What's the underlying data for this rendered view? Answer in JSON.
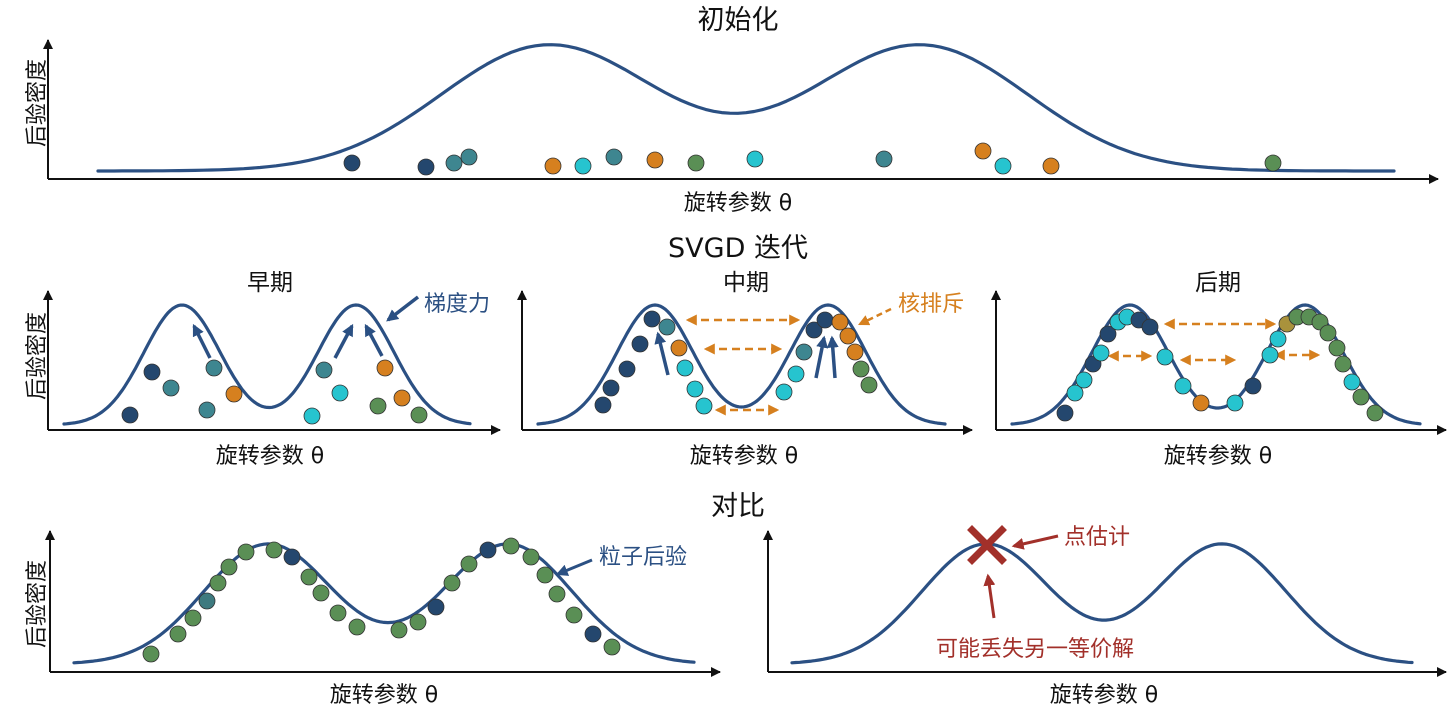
{
  "titles": {
    "init": "初始化",
    "svgd": "SVGD 迭代",
    "compare": "对比"
  },
  "stages": {
    "early": "早期",
    "middle": "中期",
    "late": "后期"
  },
  "axes": {
    "x_label": "旋转参数 θ",
    "y_label": "后验密度"
  },
  "annotations": {
    "gradient_force": "梯度力",
    "kernel_repulsion": "核排斥",
    "particle_posterior": "粒子后验",
    "point_estimate": "点估计",
    "may_lose_solution": "可能丢失另一等价解"
  },
  "colors": {
    "curve": "#2b5083",
    "navy": "#24476e",
    "teal": "#3e8690",
    "cyan": "#26c4cf",
    "orange": "#d6801f",
    "green": "#5a8f55",
    "gradient_arrow": "#2b5083",
    "repulsion_arrow": "#d6801f",
    "point_estimate": "#a2302a"
  },
  "icons": {
    "point_estimate_marker": "x-mark-icon",
    "gradient_arrow": "arrow-icon",
    "repulsion_arrow": "double-arrow-icon"
  }
}
